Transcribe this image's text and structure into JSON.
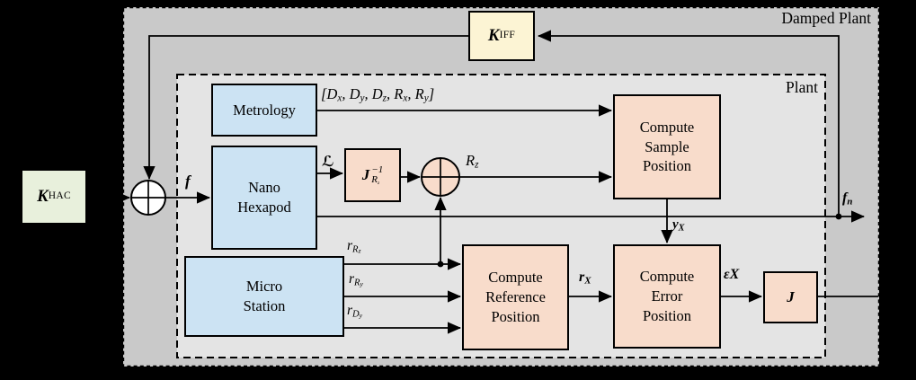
{
  "diagram": {
    "outer_box_label": "Damped Plant",
    "inner_box_label": "Plant",
    "blocks": {
      "khac": {
        "main": "K",
        "sub": "HAC"
      },
      "kiff": {
        "main": "K",
        "sub": "IFF"
      },
      "metrology": {
        "lines": [
          "Metrology"
        ]
      },
      "nano_hexapod": {
        "lines": [
          "Nano",
          "Hexapod"
        ]
      },
      "micro_station": {
        "lines": [
          "Micro",
          "Station"
        ]
      },
      "jrz_inverse": {
        "main": "J",
        "sup": [
          {
            "t": "−1"
          }
        ],
        "sub": [
          {
            "t": "R"
          },
          {
            "t": "z",
            "c": "sub2"
          }
        ]
      },
      "compute_sample": {
        "lines": [
          "Compute",
          "Sample",
          "Position"
        ]
      },
      "compute_reference": {
        "lines": [
          "Compute",
          "Reference",
          "Position"
        ]
      },
      "compute_error": {
        "lines": [
          "Compute",
          "Error",
          "Position"
        ]
      },
      "jacobian": {
        "main": "J"
      }
    },
    "signals": {
      "f": [
        {
          "t": "f"
        }
      ],
      "metrology_out": [
        {
          "t": "[D"
        },
        {
          "t": "x",
          "c": "sub"
        },
        {
          "t": ", D"
        },
        {
          "t": "y",
          "c": "sub"
        },
        {
          "t": ", D"
        },
        {
          "t": "z",
          "c": "sub"
        },
        {
          "t": ", R"
        },
        {
          "t": "x",
          "c": "sub"
        },
        {
          "t": ", R"
        },
        {
          "t": "y",
          "c": "sub"
        },
        {
          "t": "]"
        }
      ],
      "script_l": [
        {
          "t": "ℒ"
        }
      ],
      "rz": [
        {
          "t": "R"
        },
        {
          "t": "z",
          "c": "sub"
        }
      ],
      "fn": [
        {
          "t": "f"
        },
        {
          "t": "n",
          "c": "sub"
        }
      ],
      "yx": [
        {
          "t": "y"
        },
        {
          "t": "X",
          "c": "sub"
        }
      ],
      "r_rz": [
        {
          "t": "r"
        },
        {
          "t": "R",
          "c": "sub"
        },
        {
          "t": "z",
          "c": "sub2"
        }
      ],
      "r_ry": [
        {
          "t": "r"
        },
        {
          "t": "R",
          "c": "sub"
        },
        {
          "t": "y",
          "c": "sub2"
        }
      ],
      "r_dy": [
        {
          "t": "r"
        },
        {
          "t": "D",
          "c": "sub"
        },
        {
          "t": "y",
          "c": "sub2"
        }
      ],
      "r_x": [
        {
          "t": "r"
        },
        {
          "t": "X",
          "c": "sub"
        }
      ],
      "epsilon_x": [
        {
          "t": "ε"
        },
        {
          "t": "X"
        }
      ]
    },
    "sum_junctions": {
      "left": "+",
      "rz": "+"
    },
    "colors": {
      "outer_fill": "#c9c9c9",
      "inner_fill": "#e4e4e4",
      "block_blue": "#cce3f3",
      "block_pink": "#f8dccb",
      "block_cream": "#fcf4d4",
      "block_green": "#e8f0dc",
      "line": "#000000"
    }
  }
}
